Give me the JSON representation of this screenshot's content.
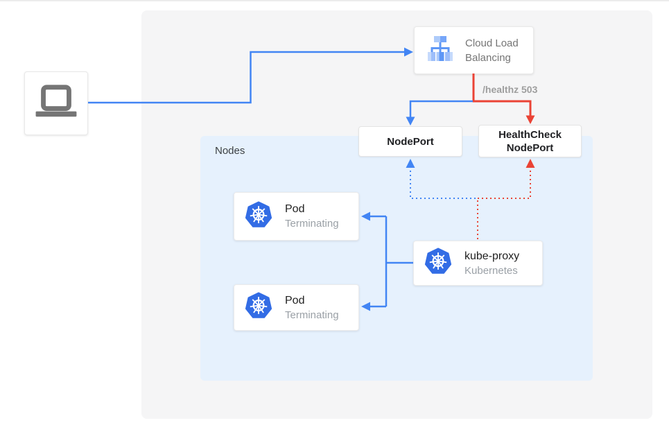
{
  "colors": {
    "link_blue": "#4285f4",
    "link_red": "#ea4335",
    "kubernetes_blue": "#326ce5",
    "device_gray": "#757575"
  },
  "icons": {
    "client_icon": "laptop",
    "load_balancer_icon": "cloud-load-balancing",
    "pod_icon": "kubernetes-helm",
    "kube_proxy_icon": "kubernetes-helm"
  },
  "load_balancer": {
    "title": [
      "Cloud Load",
      "Balancing"
    ]
  },
  "annotations": {
    "health_check_status": "/healthz 503"
  },
  "nodes_panel": {
    "label": "Nodes"
  },
  "nodeport": {
    "label": "NodePort"
  },
  "healthcheck_nodeport": {
    "label": [
      "HealthCheck",
      "NodePort"
    ]
  },
  "pods": [
    {
      "title": "Pod",
      "status": "Terminating"
    },
    {
      "title": "Pod",
      "status": "Terminating"
    }
  ],
  "kube_proxy": {
    "title": "kube-proxy",
    "subtitle": "Kubernetes"
  }
}
